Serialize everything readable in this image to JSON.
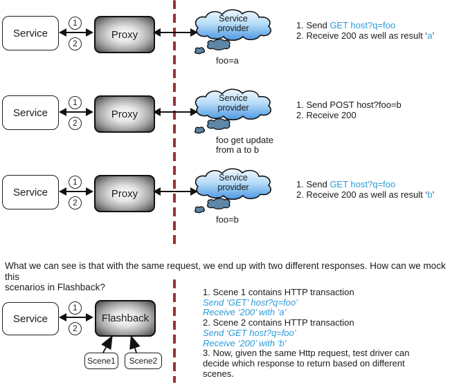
{
  "colors": {
    "accent_blue": "#2b9cd8",
    "divider_red": "#993333",
    "cloud_top": "#eef7fe",
    "cloud_bottom": "#4b97e4",
    "bubble_fill": "#5e86a6"
  },
  "diagram_rows": [
    {
      "service": "Service",
      "proxy": "Proxy",
      "badge1": "1",
      "badge2": "2",
      "cloud_line1": "Service",
      "cloud_line2": "provider",
      "thought": {
        "0": "foo=a",
        "1": ""
      },
      "steps": [
        {
          "pre": "1. Send ",
          "blue": "GET host?q=foo",
          "post": ""
        },
        {
          "pre": "2. Receive 200 as well as result ‘",
          "blue": "a",
          "post": "’"
        }
      ]
    },
    {
      "service": "Service",
      "proxy": "Proxy",
      "badge1": "1",
      "badge2": "2",
      "cloud_line1": "Service",
      "cloud_line2": "provider",
      "thought": {
        "0": "foo get update",
        "1": "from a to b"
      },
      "steps": [
        {
          "pre": "1. Send POST host?foo=b",
          "blue": "",
          "post": ""
        },
        {
          "pre": "2. Receive 200",
          "blue": "",
          "post": ""
        }
      ]
    },
    {
      "service": "Service",
      "proxy": "Proxy",
      "badge1": "1",
      "badge2": "2",
      "cloud_line1": "Service",
      "cloud_line2": "provider",
      "thought": {
        "0": "foo=b",
        "1": ""
      },
      "steps": [
        {
          "pre": "1. Send ",
          "blue": "GET host?q=foo",
          "post": ""
        },
        {
          "pre": "2. Receive 200 as well as result ‘",
          "blue": "b",
          "post": "’"
        }
      ]
    }
  ],
  "question": {
    "line1": "What we can see is that with the same request, we end up with two different responses. How can we mock this",
    "line2": "scenarios in Flashback?"
  },
  "flashback": {
    "service": "Service",
    "box": "Flashback",
    "badge1": "1",
    "badge2": "2",
    "scene1": "Scene1",
    "scene2": "Scene2",
    "notes": [
      {
        "text": "1. Scene 1 contains HTTP transaction"
      },
      {
        "text": "Send ‘GET’ host?q=foo’"
      },
      {
        "text": "Receive ‘200’ with ‘a’"
      },
      {
        "text": "2. Scene 2 contains HTTP transaction"
      },
      {
        "text": "Send ‘GET host?q=foo’"
      },
      {
        "text": "Receive ‘200’ with ‘b’"
      },
      {
        "text": "3. Now, given the same Http request, test driver can"
      },
      {
        "text": "decide which response to return based on different"
      },
      {
        "text": "scenes."
      }
    ]
  }
}
